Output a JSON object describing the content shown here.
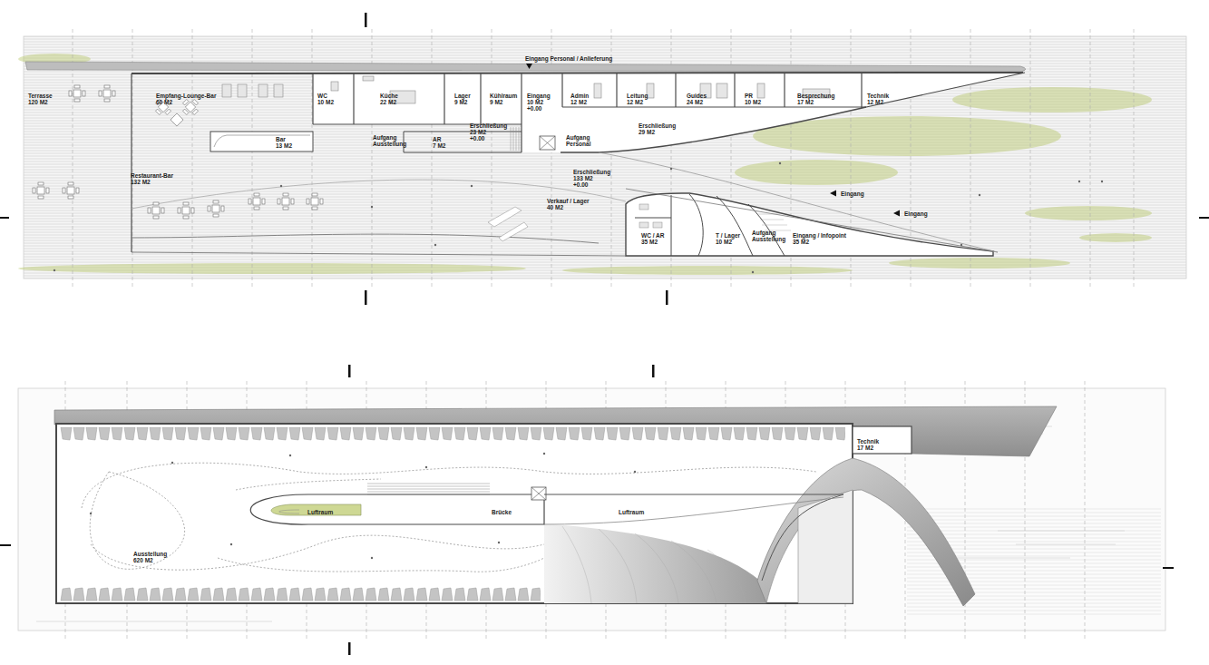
{
  "diagram": {
    "nodes": [
      {
        "text": [
          "Terrasse",
          "120 M2"
        ]
      },
      {
        "text": [
          "Empfang-Lounge-Bar",
          "60 M2"
        ]
      },
      {
        "text": [
          "WC",
          "10 M2"
        ]
      },
      {
        "text": [
          "Küche",
          "22 M2"
        ]
      },
      {
        "text": [
          "Lager",
          "9 M2"
        ]
      },
      {
        "text": [
          "Kühlraum",
          "9 M2"
        ]
      },
      {
        "text": [
          "Eingang",
          "10 M2",
          "+0.00"
        ]
      },
      {
        "text": [
          "Admin",
          "12 M2"
        ]
      },
      {
        "text": [
          "Leitung",
          "12 M2"
        ]
      },
      {
        "text": [
          "Guides",
          "24 M2"
        ]
      },
      {
        "text": [
          "PR",
          "10 M2"
        ]
      },
      {
        "text": [
          "Besprechung",
          "17 M2"
        ]
      },
      {
        "text": [
          "Technik",
          "12 M2"
        ]
      },
      {
        "text": [
          "Erschließung",
          "23 M2",
          "+0.00"
        ]
      },
      {
        "text": [
          "Erschließung",
          "29 M2"
        ]
      },
      {
        "text": [
          "Bar",
          "13 M2"
        ]
      },
      {
        "text": [
          "Aufgang Ausstellung"
        ]
      },
      {
        "text": [
          "AR",
          "7 M2"
        ]
      },
      {
        "text": [
          "Aufgang Personal"
        ]
      },
      {
        "text": [
          "Restaurant-Bar",
          "132 M2"
        ]
      },
      {
        "text": [
          "Erschließung",
          "133 M2",
          "+0.00"
        ]
      },
      {
        "text": [
          "Verkauf / Lager",
          "40 M2"
        ]
      },
      {
        "text": [
          "WC / AR",
          "35 M2"
        ]
      },
      {
        "text": [
          "T / Lager",
          "10 M2"
        ]
      },
      {
        "text": [
          "Aufgang Ausstellung"
        ]
      },
      {
        "text": [
          "Eingang / Infopoint",
          "35 M2"
        ]
      },
      {
        "text": [
          "Technik",
          "17 M2"
        ]
      },
      {
        "text": [
          "Ausstellung",
          "620 M2"
        ]
      }
    ],
    "labels": [
      "Eingang Personal / Anlieferung",
      "Eingang",
      "Eingang",
      "Luftraum",
      "Brücke",
      "Luftraum"
    ]
  }
}
